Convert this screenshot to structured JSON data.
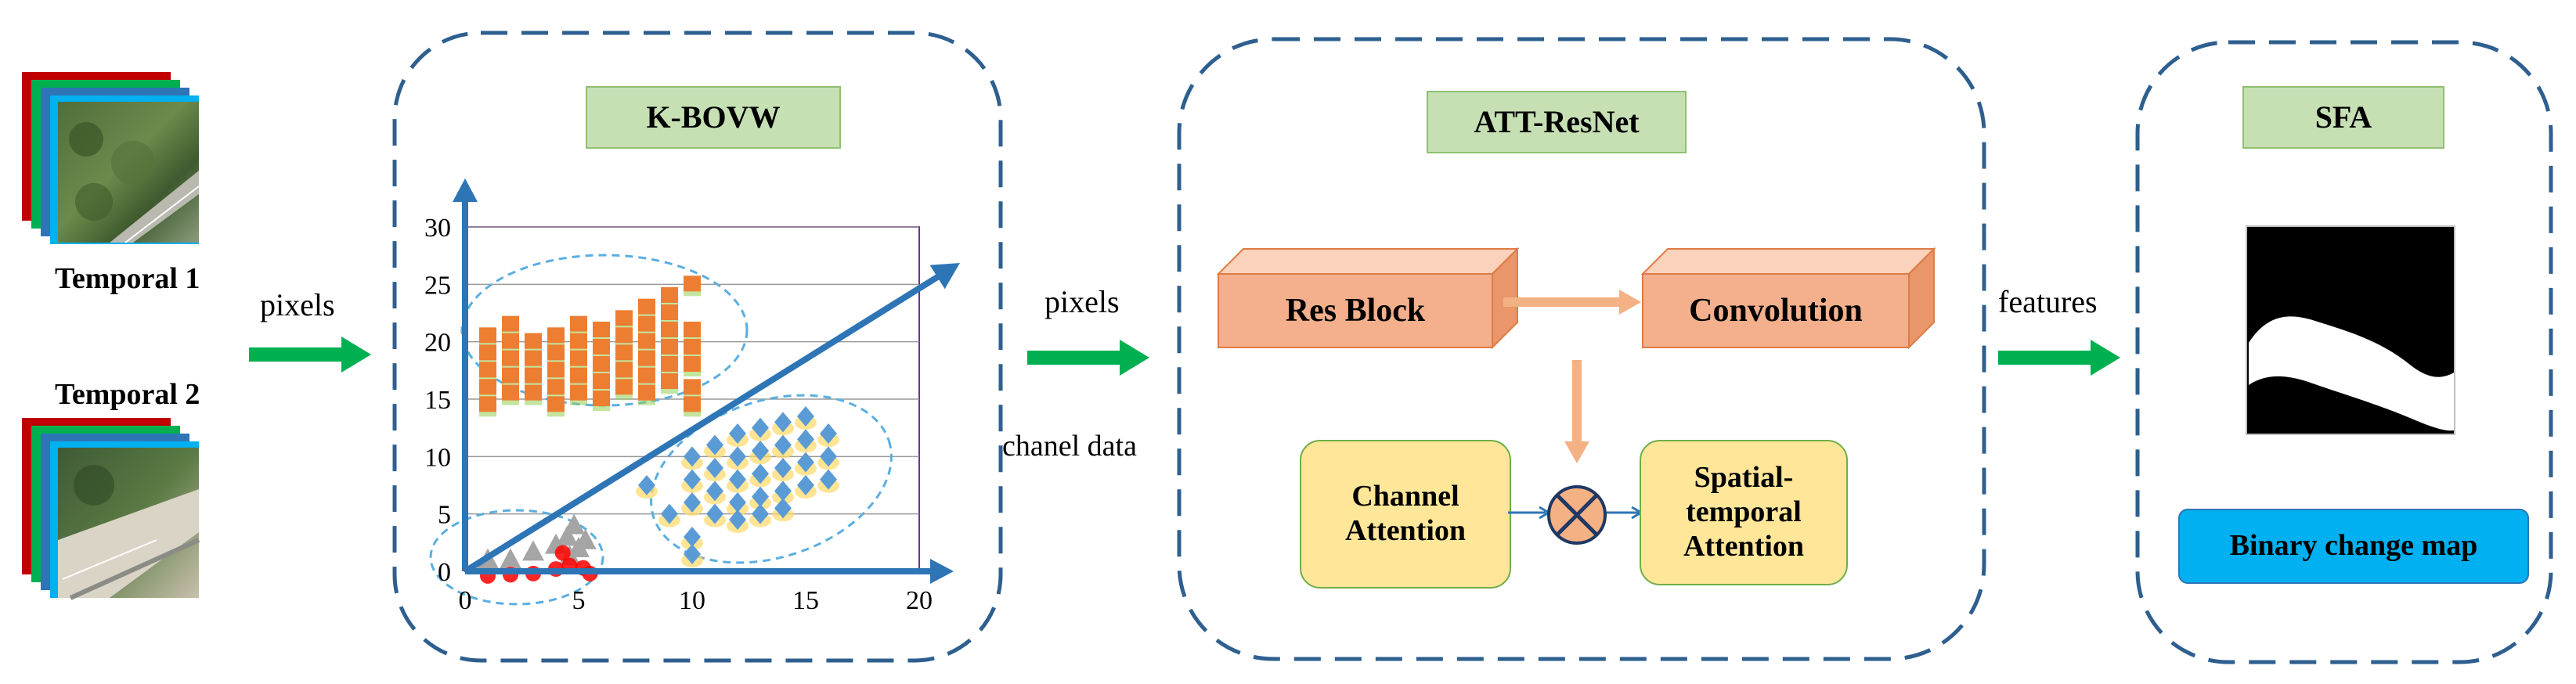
{
  "inputs": {
    "temporal1": "Temporal 1",
    "temporal2": "Temporal 2"
  },
  "arrows": {
    "a1": "pixels",
    "a2_top": "pixels",
    "a2_bottom": "chanel data",
    "a3": "features"
  },
  "kbovw": {
    "title": "K-BOVW",
    "title_bg": "#c6e0b4"
  },
  "att": {
    "title": "ATT-ResNet",
    "res_block": "Res Block",
    "convolution": "Convolution",
    "channel_attention": "Channel Attention",
    "spatial_temporal_attention": "Spatial-temporal Attention",
    "block_color": "#f4b08c",
    "attention_color": "#ffe699"
  },
  "sfa": {
    "title": "SFA",
    "output": "Binary change map",
    "output_bg": "#00b0f0"
  },
  "chart_data": {
    "type": "scatter",
    "xlim": [
      0,
      20
    ],
    "ylim": [
      0,
      30
    ],
    "xticks": [
      "0",
      "5",
      "10",
      "15",
      "20"
    ],
    "yticks": [
      "0",
      "5",
      "10",
      "15",
      "20",
      "25",
      "30"
    ],
    "grid": true,
    "series": [
      {
        "color": "#ed7d31",
        "marker": "square",
        "points": [
          [
            1,
            20.5
          ],
          [
            1,
            19
          ],
          [
            1,
            17.5
          ],
          [
            1,
            16
          ],
          [
            1,
            14.5
          ],
          [
            2,
            21.5
          ],
          [
            2,
            20
          ],
          [
            2,
            18.5
          ],
          [
            2,
            17
          ],
          [
            2,
            15.5
          ],
          [
            3,
            20
          ],
          [
            3,
            18.5
          ],
          [
            3,
            17
          ],
          [
            3,
            15.5
          ],
          [
            4,
            20.5
          ],
          [
            4,
            19
          ],
          [
            4,
            17.5
          ],
          [
            4,
            16
          ],
          [
            4,
            14.5
          ],
          [
            5,
            21.5
          ],
          [
            5,
            20
          ],
          [
            5,
            18.5
          ],
          [
            5,
            17
          ],
          [
            5,
            15.5
          ],
          [
            6,
            21
          ],
          [
            6,
            19.5
          ],
          [
            6,
            18
          ],
          [
            6,
            16.5
          ],
          [
            6,
            15
          ],
          [
            7,
            22
          ],
          [
            7,
            20.5
          ],
          [
            7,
            19
          ],
          [
            7,
            17.5
          ],
          [
            7,
            16
          ],
          [
            8,
            23
          ],
          [
            8,
            21.5
          ],
          [
            8,
            20
          ],
          [
            8,
            18.5
          ],
          [
            8,
            17
          ],
          [
            8,
            15.5
          ],
          [
            9,
            24
          ],
          [
            9,
            22.5
          ],
          [
            9,
            21
          ],
          [
            9,
            19.5
          ],
          [
            9,
            18
          ],
          [
            9,
            16.5
          ],
          [
            10,
            25
          ],
          [
            10,
            21
          ],
          [
            10,
            19.5
          ],
          [
            10,
            18
          ],
          [
            10,
            16
          ],
          [
            10,
            14.5
          ]
        ]
      },
      {
        "color": "#5b9bd5",
        "marker": "diamond",
        "points": [
          [
            8,
            7.5
          ],
          [
            9,
            5
          ],
          [
            10,
            10
          ],
          [
            10,
            8
          ],
          [
            10,
            6
          ],
          [
            10,
            3
          ],
          [
            10,
            1.5
          ],
          [
            11,
            11
          ],
          [
            11,
            9
          ],
          [
            11,
            7
          ],
          [
            11,
            5
          ],
          [
            12,
            12
          ],
          [
            12,
            10
          ],
          [
            12,
            8
          ],
          [
            12,
            6
          ],
          [
            12,
            4.5
          ],
          [
            13,
            12.5
          ],
          [
            13,
            10.5
          ],
          [
            13,
            8.5
          ],
          [
            13,
            6.5
          ],
          [
            13,
            5
          ],
          [
            14,
            13
          ],
          [
            14,
            11
          ],
          [
            14,
            9
          ],
          [
            14,
            7
          ],
          [
            14,
            5.5
          ],
          [
            15,
            13.5
          ],
          [
            15,
            11.5
          ],
          [
            15,
            9.5
          ],
          [
            15,
            7.5
          ],
          [
            16,
            12
          ],
          [
            16,
            10
          ],
          [
            16,
            8
          ]
        ]
      },
      {
        "color": "#a5a5a5",
        "marker": "triangle",
        "points": [
          [
            1,
            0.5
          ],
          [
            2,
            0.5
          ],
          [
            3,
            1.2
          ],
          [
            4,
            1.8
          ],
          [
            4.5,
            2.5
          ],
          [
            4.8,
            3.5
          ],
          [
            5,
            1.5
          ],
          [
            5.3,
            2.2
          ],
          [
            4.6,
            0.8
          ]
        ]
      },
      {
        "color": "#ff0000",
        "marker": "circle",
        "points": [
          [
            1,
            -0.4
          ],
          [
            2,
            -0.3
          ],
          [
            3,
            -0.2
          ],
          [
            4,
            0.2
          ],
          [
            4.6,
            0.5
          ],
          [
            5.2,
            0.3
          ],
          [
            5.5,
            -0.2
          ],
          [
            4.3,
            1.6
          ]
        ]
      }
    ],
    "diagonal": [
      [
        0,
        0
      ],
      [
        21.5,
        26.5
      ]
    ]
  }
}
